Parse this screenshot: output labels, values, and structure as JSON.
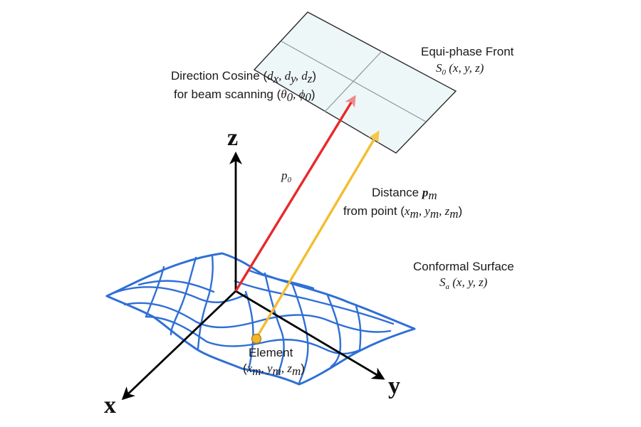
{
  "colors": {
    "surface_mesh": "#2f6fd6",
    "reference_ray": "#e8282a",
    "element_ray": "#f3bd2e",
    "element_point": "#f3b52a",
    "plane_fill": "#eef7f7",
    "axes": "#000000"
  },
  "axes": {
    "x": "x",
    "y": "y",
    "z": "z"
  },
  "equiphase_front": {
    "title": "Equi-phase Front",
    "symbol": "S",
    "subscript": "0",
    "args": " (x, y, z)"
  },
  "direction_cosine": {
    "line1_text": "Direction Cosine (",
    "line1_math": [
      "d",
      "x",
      ", ",
      "d",
      "y",
      ", ",
      "d",
      "z",
      ")"
    ],
    "line2_text": "for beam scanning (",
    "line2_math": [
      "θ",
      "0",
      ", ",
      "ϕ",
      "0",
      ")"
    ]
  },
  "p0_label": {
    "symbol": "p",
    "subscript": "0"
  },
  "distance": {
    "line1_text": "Distance ",
    "line1_symbol": "p",
    "line1_sub": "m",
    "line2_text": "from point (",
    "line2_math": [
      "x",
      "m",
      ", ",
      "y",
      "m",
      ", ",
      "z",
      "m",
      ")"
    ]
  },
  "conformal_surface": {
    "title": "Conformal Surface",
    "symbol": "S",
    "subscript": "a",
    "args": " (x, y, z)"
  },
  "element": {
    "title": "Element",
    "coords": [
      "(",
      "x",
      "m",
      ", ",
      "y",
      "m",
      ", ",
      "z",
      "m",
      ")"
    ]
  }
}
